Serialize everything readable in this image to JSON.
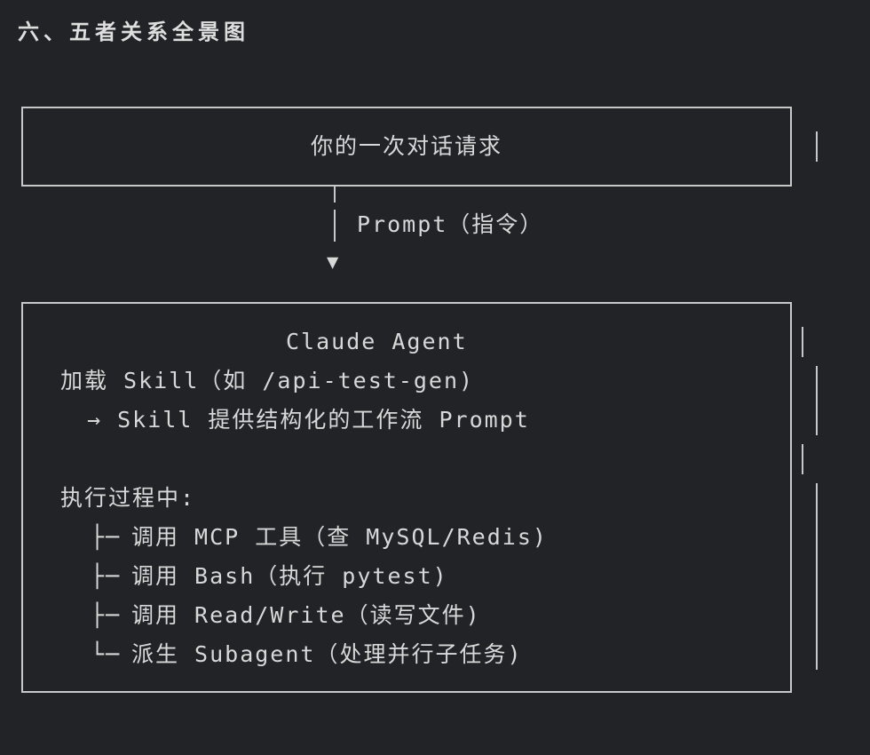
{
  "section_title": "六、五者关系全景图",
  "request_box": {
    "label": "你的一次对话请求"
  },
  "connector": {
    "label": "Prompt（指令）",
    "arrow": "▼"
  },
  "agent_box": {
    "title": "Claude Agent",
    "skill_load": "加载 Skill（如 /api-test-gen)",
    "skill_provide": "→ Skill 提供结构化的工作流 Prompt",
    "execution_header": "执行过程中:",
    "steps": [
      {
        "branch": "├─",
        "text": "调用 MCP 工具（查 MySQL/Redis)"
      },
      {
        "branch": "├─",
        "text": "调用 Bash（执行 pytest)"
      },
      {
        "branch": "├─",
        "text": "调用 Read/Write（读写文件)"
      },
      {
        "branch": "└─",
        "text": "派生 Subagent（处理并行子任务)"
      }
    ]
  }
}
